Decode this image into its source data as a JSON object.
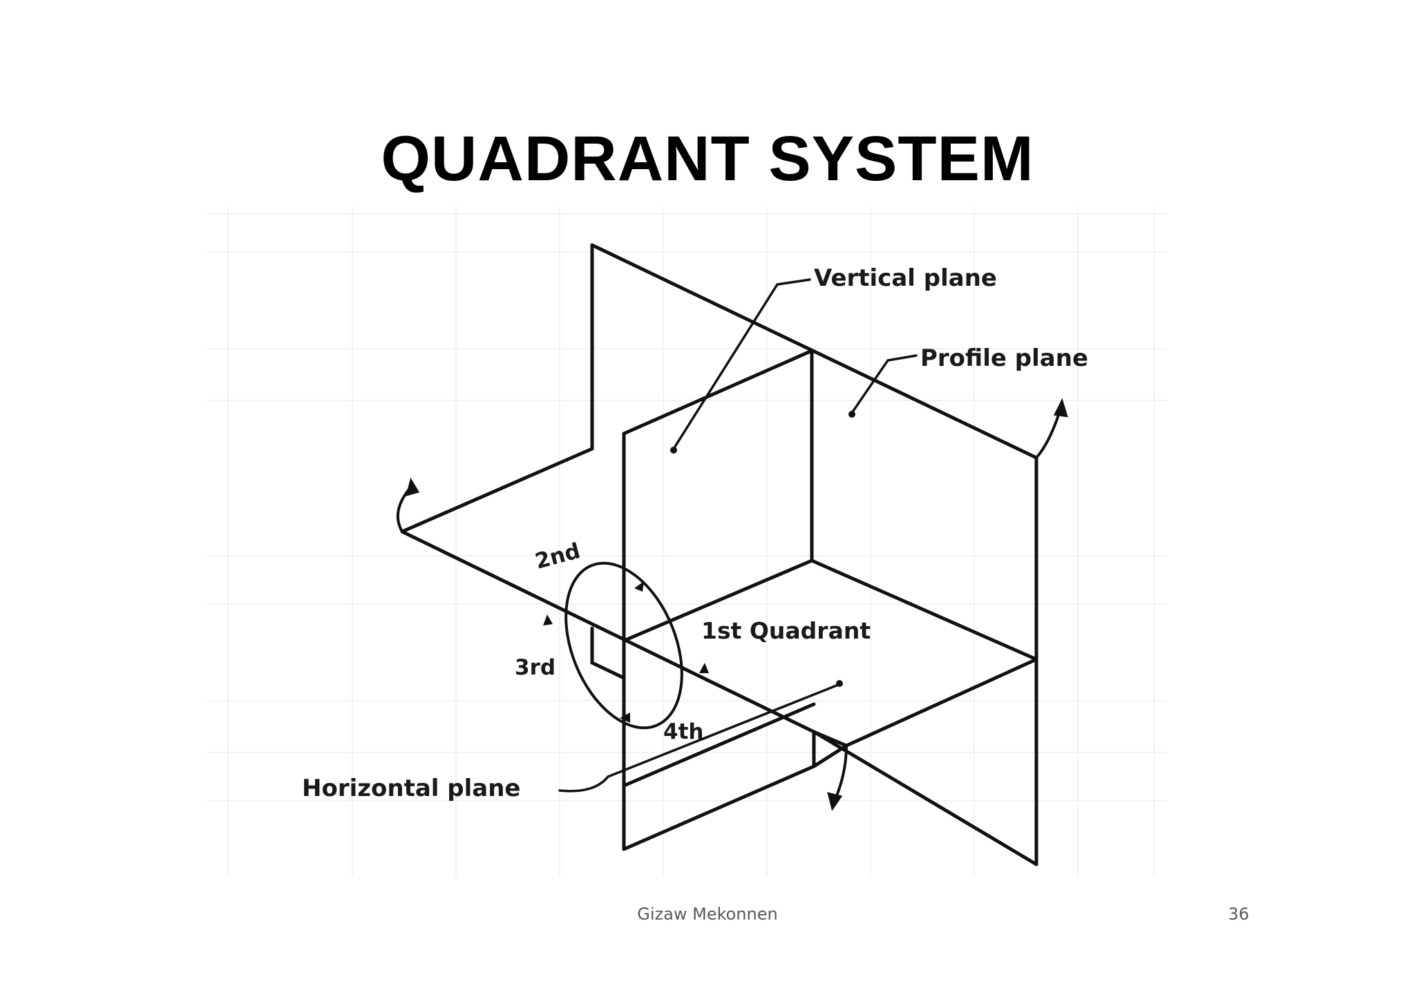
{
  "slide": {
    "title": "QUADRANT SYSTEM",
    "author": "Gizaw Mekonnen",
    "page_number": "36"
  },
  "diagram": {
    "labels": {
      "vertical_plane": "Vertical plane",
      "profile_plane": "Profile plane",
      "horizontal_plane": "Horizontal plane",
      "first_quadrant": "1st Quadrant",
      "second": "2nd",
      "third": "3rd",
      "fourth": "4th"
    },
    "line_color": "#111111",
    "grid_color": "#f2f2f2"
  }
}
